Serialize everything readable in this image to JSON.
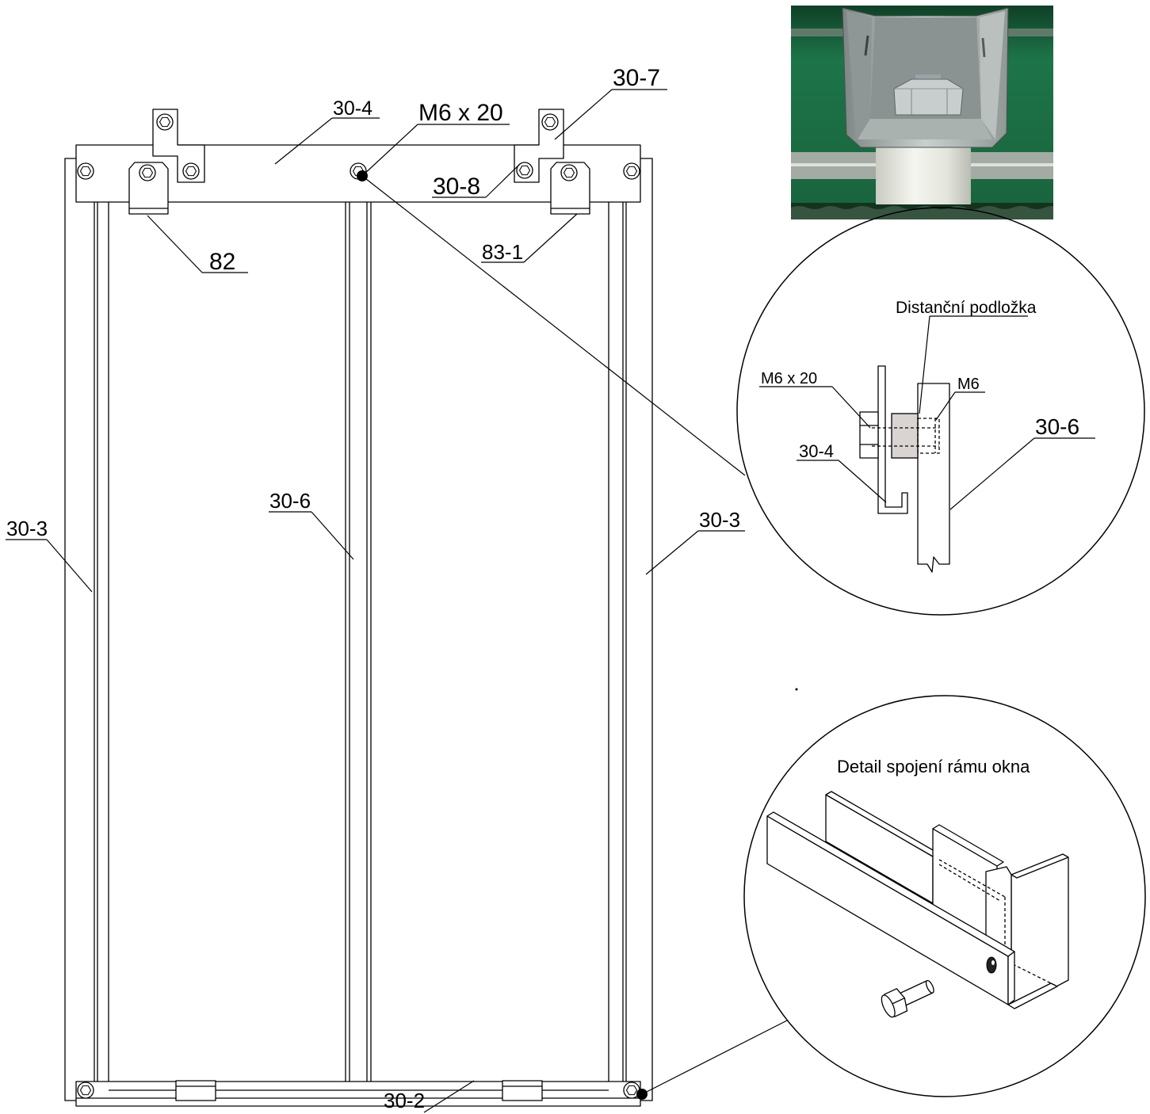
{
  "drawing": {
    "labels": {
      "top_rail": "30-4",
      "bolt": "M6 x 20",
      "upper_bracket": "30-7",
      "bracket_clip": "30-8",
      "hanger_left": "82",
      "hanger_right": "83-1",
      "side_member_left": "30-3",
      "center_mullion": "30-6",
      "side_member_right": "30-3",
      "bottom_rail": "30-2"
    }
  },
  "section_detail": {
    "title": "Distanční podložka",
    "bolt_label": "M6 x 20",
    "nut_label": "M6",
    "plate_label": "30-4",
    "member_label": "30-6"
  },
  "joint_detail": {
    "title": "Detail spojení rámu okna"
  },
  "colors": {
    "line": "#000000",
    "background": "#ffffff",
    "spacer_fill": "#d9d4d1",
    "photo_felt": "#1d7448"
  }
}
